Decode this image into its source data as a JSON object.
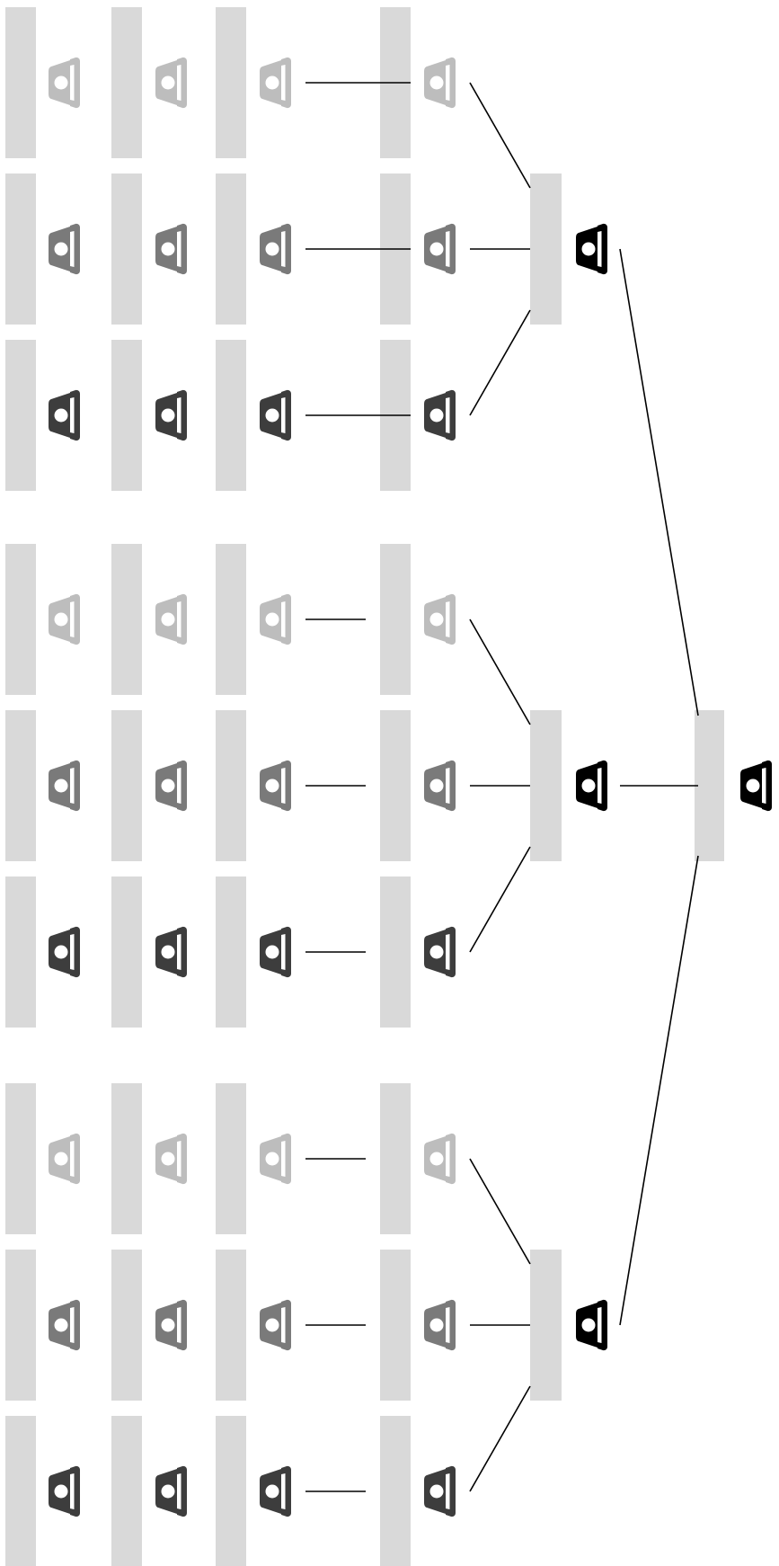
{
  "diagram": {
    "type": "phone-hierarchy-tree",
    "colors": {
      "light": "#bdbdbd",
      "medium": "#7a7a7a",
      "dark": "#3d3d3d",
      "black": "#000000",
      "bar": "#d9d9d9",
      "line": "#000000"
    },
    "icon": "telephone-handset-icon",
    "groups": [
      {
        "id": "group-1",
        "rows": [
          {
            "shade": "light",
            "link_mode": "connected"
          },
          {
            "shade": "medium",
            "link_mode": "connected"
          },
          {
            "shade": "dark",
            "link_mode": "connected"
          }
        ],
        "hub_shade": "black"
      },
      {
        "id": "group-2",
        "rows": [
          {
            "shade": "light",
            "link_mode": "partial"
          },
          {
            "shade": "medium",
            "link_mode": "partial"
          },
          {
            "shade": "dark",
            "link_mode": "partial"
          }
        ],
        "hub_shade": "black"
      },
      {
        "id": "group-3",
        "rows": [
          {
            "shade": "light",
            "link_mode": "partial"
          },
          {
            "shade": "medium",
            "link_mode": "partial"
          },
          {
            "shade": "dark",
            "link_mode": "partial"
          }
        ],
        "hub_shade": "black"
      }
    ],
    "root_shade": "black"
  }
}
